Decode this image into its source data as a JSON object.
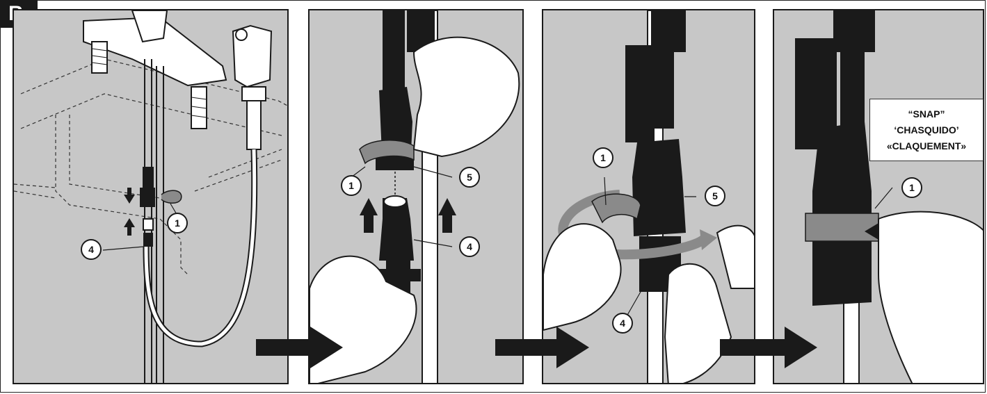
{
  "step_label": "B.",
  "callouts": {
    "p1_clip": "1",
    "p1_connector": "4",
    "p2_clip": "1",
    "p2_housing": "5",
    "p2_connector": "4",
    "p3_clip": "1",
    "p3_housing": "5",
    "p3_connector": "4",
    "p4_clip": "1"
  },
  "snap_text": {
    "english": "“SNAP”",
    "spanish": "‘CHASQUIDO’",
    "french": "«CLAQUEMENT»"
  },
  "colors": {
    "panel_bg": "#c7c7c7",
    "ink": "#1a1a1a",
    "clip_gray": "#8a8a8a",
    "hand_fill": "#ffffff"
  },
  "icons": [
    "right-arrow-icon",
    "up-arrow-icon",
    "down-arrow-icon",
    "rotate-arrow-icon",
    "push-arrow-icon"
  ]
}
